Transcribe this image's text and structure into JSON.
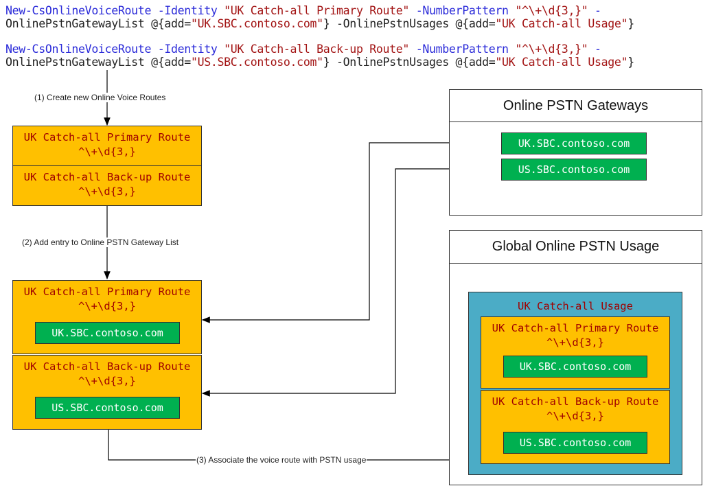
{
  "code": [
    {
      "cmd": "New-CsOnlineVoiceRoute -Identity ",
      "identity": "\"UK Catch-all Primary Route\"",
      "p2": " -NumberPattern ",
      "pattern": "\"^\\+\\d{3,}\"",
      "p3": " -",
      "line2a": "OnlinePstnGatewayList @{add=",
      "gw": "\"UK.SBC.contoso.com\"",
      "line2b": "} -OnlinePstnUsages @{add=",
      "usage": "\"UK Catch-all Usage\"",
      "line2c": "}"
    },
    {
      "cmd": "New-CsOnlineVoiceRoute -Identity ",
      "identity": "\"UK Catch-all Back-up Route\"",
      "p2": " -NumberPattern ",
      "pattern": "\"^\\+\\d{3,}\"",
      "p3": " -",
      "line2a": "OnlinePstnGatewayList @{add=",
      "gw": "\"US.SBC.contoso.com\"",
      "line2b": "} -OnlinePstnUsages @{add=",
      "usage": "\"UK Catch-all Usage\"",
      "line2c": "}"
    }
  ],
  "steps": {
    "step1": "(1) Create new Online Voice Routes",
    "step2": "(2) Add entry to Online PSTN Gateway List",
    "step3": "(3) Associate the voice route with PSTN usage"
  },
  "routes": {
    "primary": "UK Catch-all Primary Route",
    "backup": "UK Catch-all Back-up Route",
    "pattern": "^\\+\\d{3,}"
  },
  "gateways": {
    "title": "Online PSTN Gateways",
    "uk": "UK.SBC.contoso.com",
    "us": "US.SBC.contoso.com"
  },
  "usage": {
    "title": "Global Online PSTN Usage",
    "name": "UK Catch-all Usage"
  },
  "colors": {
    "route": "#FFC000",
    "gateway": "#00B050",
    "usage": "#4BACC6",
    "cmdlet": "#2B2BD9",
    "string": "#A31515"
  }
}
